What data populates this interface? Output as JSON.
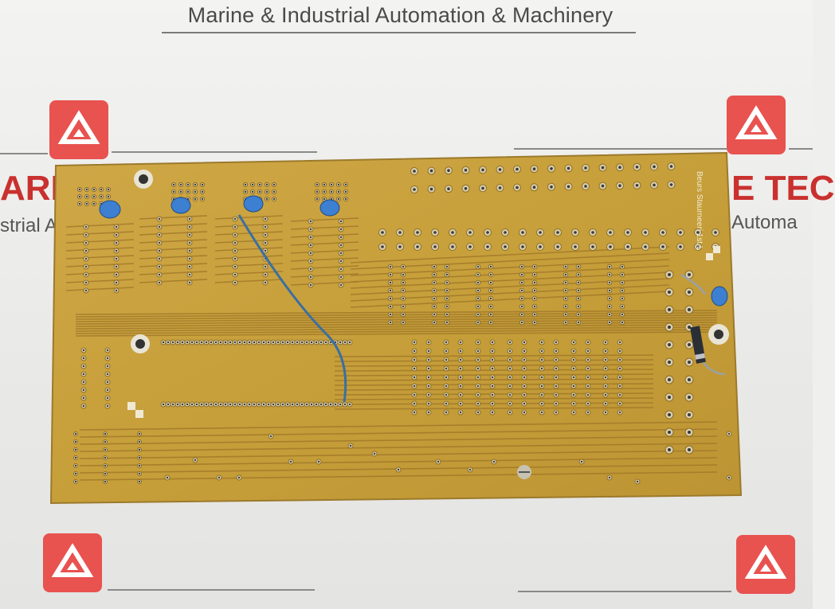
{
  "header": {
    "title": "Marine & Industrial Automation & Machinery"
  },
  "watermark": {
    "left_text": "ARIN",
    "left_sub": "strial A",
    "right_text": "E TEC",
    "right_sub": "Automa"
  },
  "board": {
    "silkscreen": "Beurs Staurneeri 1st L",
    "colors": {
      "pcb": "#c9a23c",
      "copper": "#b99036",
      "trace": "#9a7326",
      "pad": "#d9cfae",
      "hole": "#3a3a3a",
      "capacitor": "#3d7fd1"
    }
  }
}
